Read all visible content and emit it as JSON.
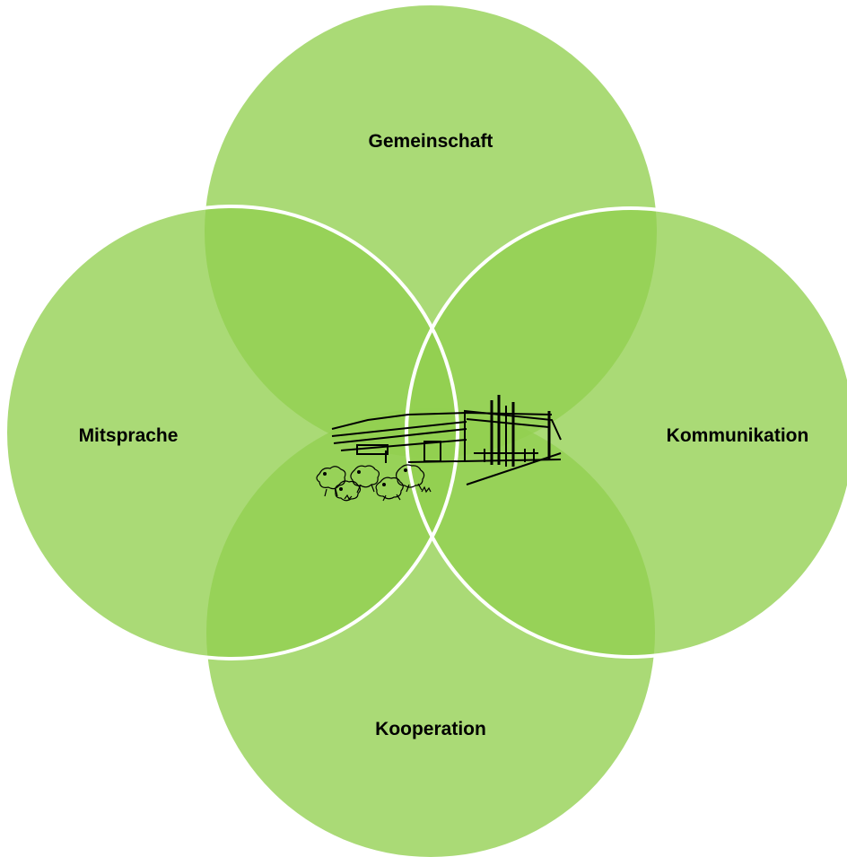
{
  "diagram": {
    "type": "venn",
    "circles": [
      {
        "id": "top",
        "label": "Gemeinschaft"
      },
      {
        "id": "left",
        "label": "Mitsprache"
      },
      {
        "id": "right",
        "label": "Kommunikation"
      },
      {
        "id": "bottom",
        "label": "Kooperation"
      }
    ],
    "colors": {
      "circle_fill": "#92d050",
      "circle_outline": "#ffffff",
      "drawing_stroke": "#000000"
    },
    "center_illustration": "building-and-sheep-drawing"
  }
}
